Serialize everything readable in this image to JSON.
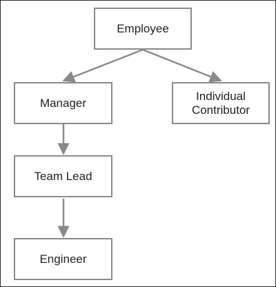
{
  "diagram": {
    "nodes": {
      "employee": "Employee",
      "manager": "Manager",
      "individual_contributor_line1": "Individual",
      "individual_contributor_line2": "Contributor",
      "team_lead": "Team Lead",
      "engineer": "Engineer"
    },
    "edges": [
      {
        "from": "Employee",
        "to": "Manager"
      },
      {
        "from": "Employee",
        "to": "Individual Contributor"
      },
      {
        "from": "Manager",
        "to": "Team Lead"
      },
      {
        "from": "Team Lead",
        "to": "Engineer"
      }
    ],
    "colors": {
      "node_border": "#8a8a8a",
      "edge": "#8a8a8a",
      "text": "#222222",
      "frame": "#2b2b2b"
    }
  }
}
